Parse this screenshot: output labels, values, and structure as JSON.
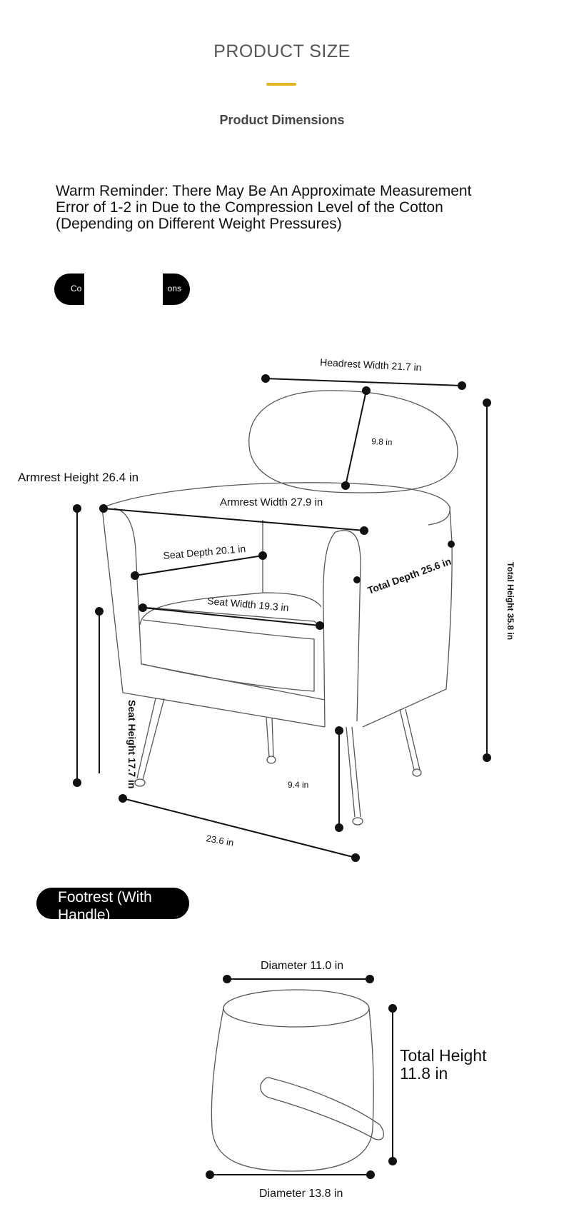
{
  "header": {
    "title": "PRODUCT SIZE",
    "subtitle": "Product Dimensions",
    "accent_color": "#e3b62a"
  },
  "reminder": {
    "text": "Warm Reminder: There May Be An Approximate Measurement Error of 1-2 in Due to the Compression Level of the Cotton (Depending on Different Weight Pressures)"
  },
  "chair": {
    "pill_left": "Co",
    "pill_right": "ons",
    "labels": {
      "headrest_width": "Headrest Width 21.7 in",
      "headrest_height": "9.8 in",
      "armrest_height": "Armrest Height 26.4 in",
      "armrest_width": "Armrest Width 27.9 in",
      "seat_depth": "Seat Depth 20.1 in",
      "seat_width": "Seat Width 19.3 in",
      "total_depth": "Total Depth 25.6 in",
      "total_height": "Total Height 35.8 in",
      "seat_height": "Seat Height 17.7 in",
      "leg_height": "9.4 in",
      "base_depth": "23.6 in"
    }
  },
  "footrest": {
    "pill_label": "Footrest (With Handle)",
    "top_diameter": "Diameter 11.0 in",
    "total_height_line1": "Total Height",
    "total_height_line2": "11.8 in",
    "bottom_diameter": "Diameter 13.8 in"
  }
}
